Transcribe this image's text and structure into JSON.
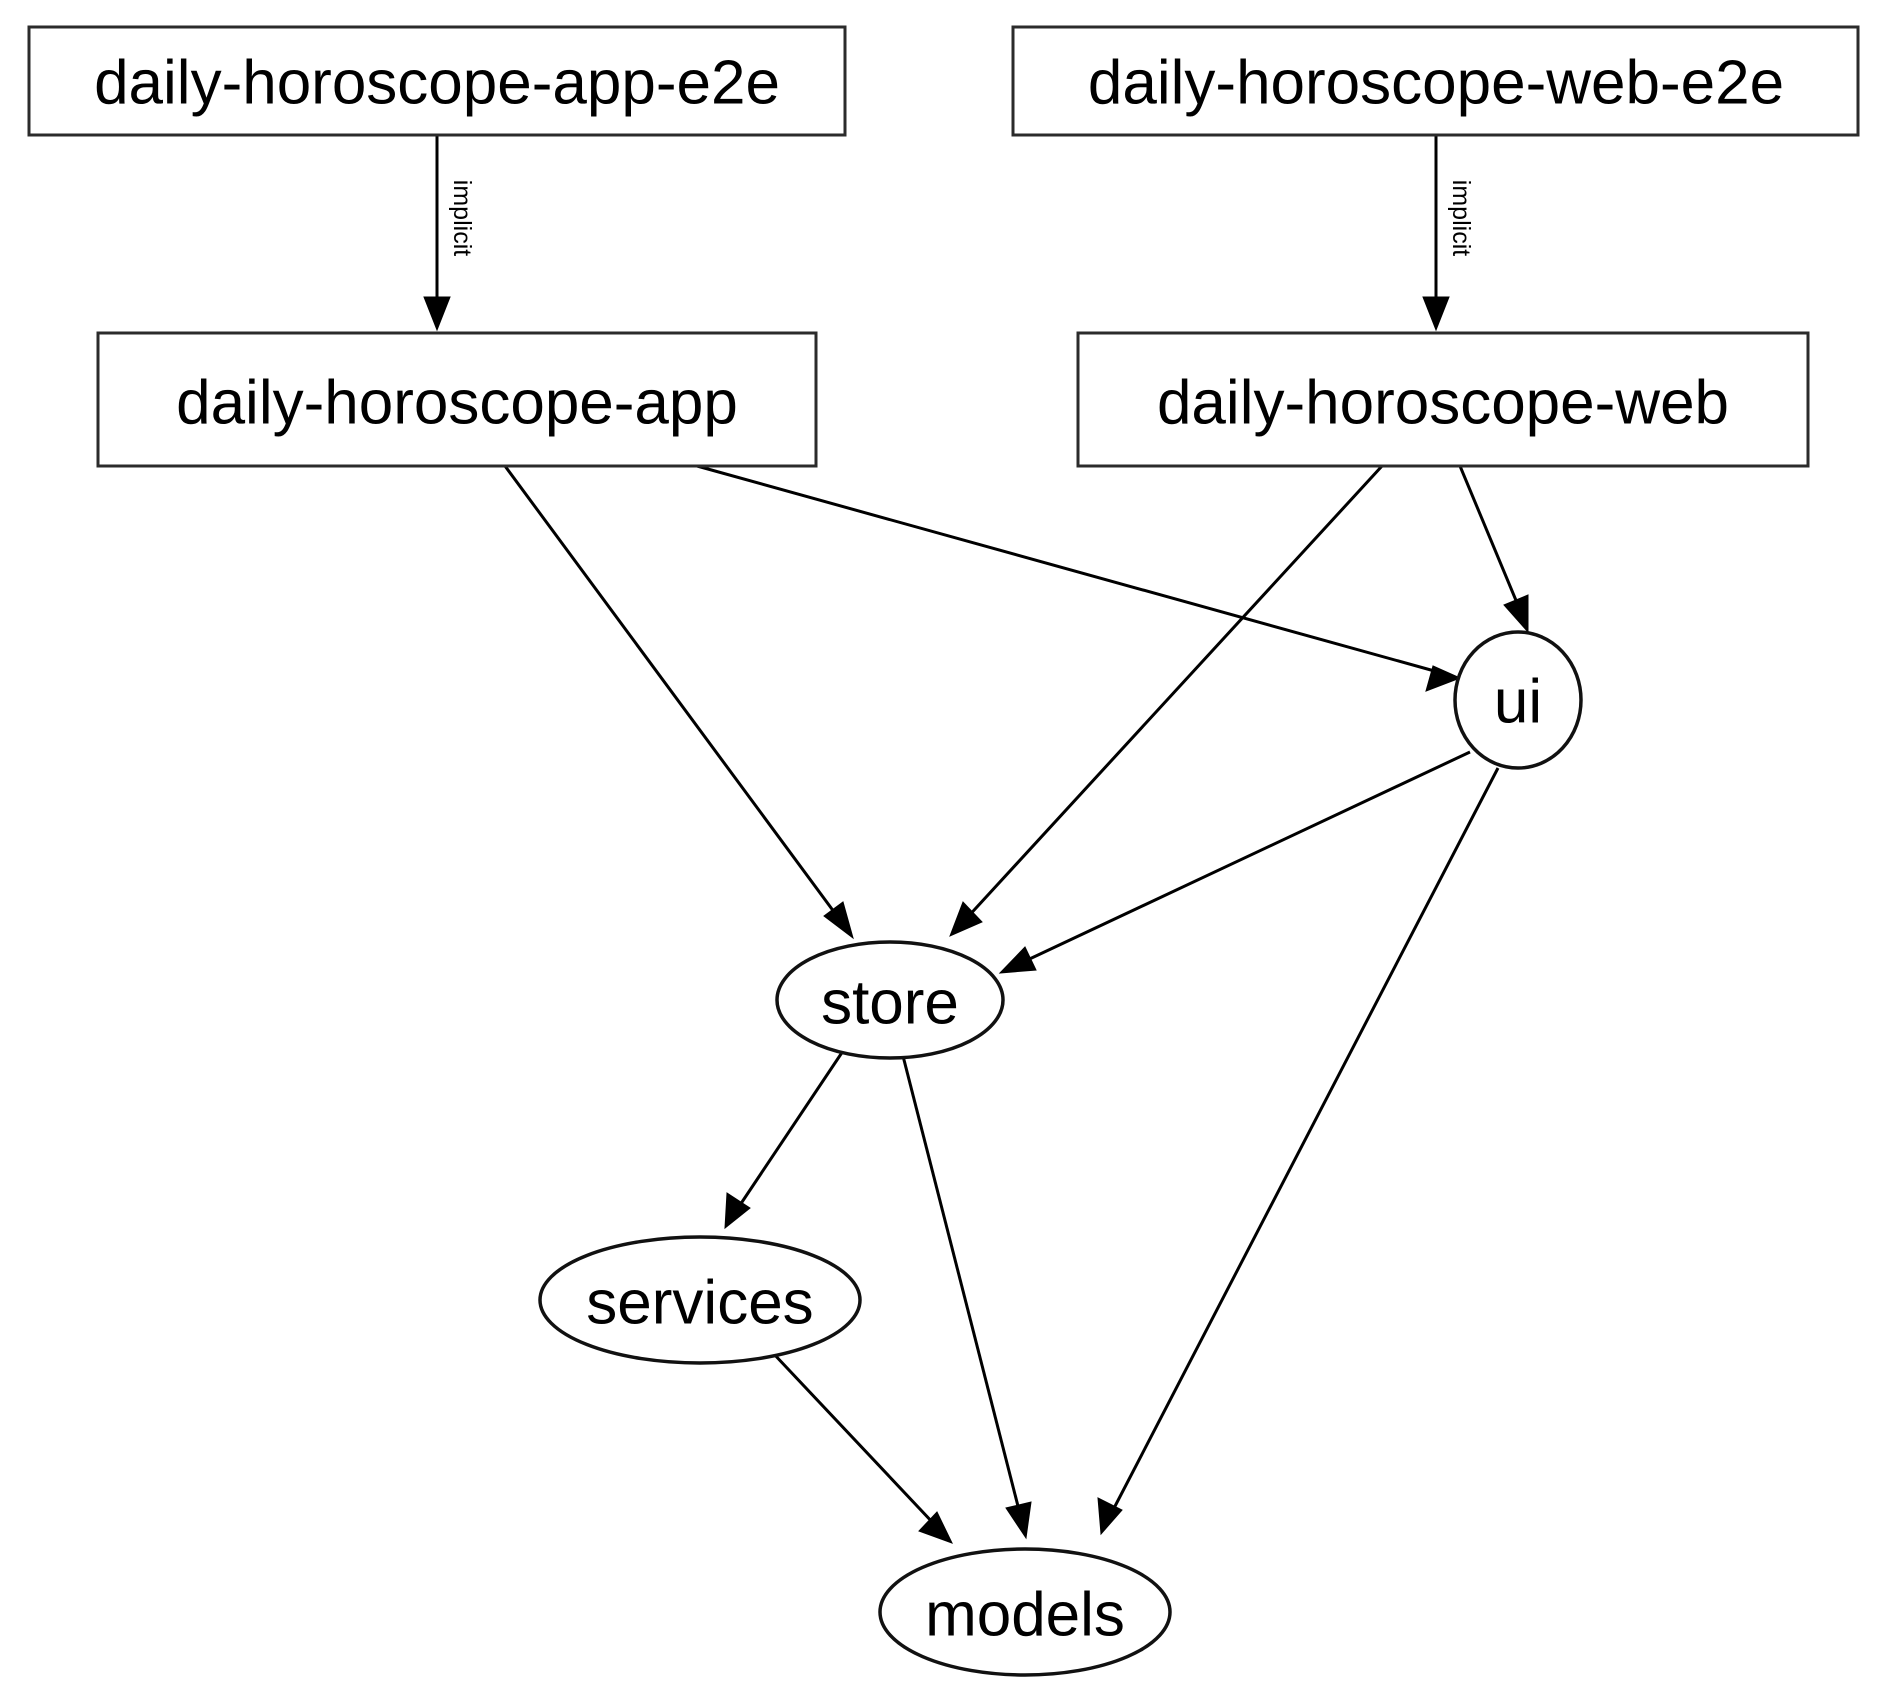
{
  "diagram": {
    "type": "dependency-graph",
    "title": "",
    "background_color": "#ffffff",
    "node_stroke_color": "#2b2b2b",
    "edge_color": "#000000",
    "nodes": [
      {
        "id": "daily-horoscope-app-e2e",
        "label": "daily-horoscope-app-e2e",
        "shape": "box"
      },
      {
        "id": "daily-horoscope-web-e2e",
        "label": "daily-horoscope-web-e2e",
        "shape": "box"
      },
      {
        "id": "daily-horoscope-app",
        "label": "daily-horoscope-app",
        "shape": "box"
      },
      {
        "id": "daily-horoscope-web",
        "label": "daily-horoscope-web",
        "shape": "box"
      },
      {
        "id": "ui",
        "label": "ui",
        "shape": "ellipse"
      },
      {
        "id": "store",
        "label": "store",
        "shape": "ellipse"
      },
      {
        "id": "services",
        "label": "services",
        "shape": "ellipse"
      },
      {
        "id": "models",
        "label": "models",
        "shape": "ellipse"
      }
    ],
    "edges": [
      {
        "from": "daily-horoscope-app-e2e",
        "to": "daily-horoscope-app",
        "label": "implicit"
      },
      {
        "from": "daily-horoscope-web-e2e",
        "to": "daily-horoscope-web",
        "label": "implicit"
      },
      {
        "from": "daily-horoscope-app",
        "to": "store",
        "label": ""
      },
      {
        "from": "daily-horoscope-app",
        "to": "ui",
        "label": ""
      },
      {
        "from": "daily-horoscope-web",
        "to": "store",
        "label": ""
      },
      {
        "from": "daily-horoscope-web",
        "to": "ui",
        "label": ""
      },
      {
        "from": "ui",
        "to": "store",
        "label": ""
      },
      {
        "from": "ui",
        "to": "models",
        "label": ""
      },
      {
        "from": "store",
        "to": "services",
        "label": ""
      },
      {
        "from": "store",
        "to": "models",
        "label": ""
      },
      {
        "from": "services",
        "to": "models",
        "label": ""
      }
    ],
    "edge_labels": {
      "implicit_left": "implicit",
      "implicit_right": "implicit"
    }
  }
}
